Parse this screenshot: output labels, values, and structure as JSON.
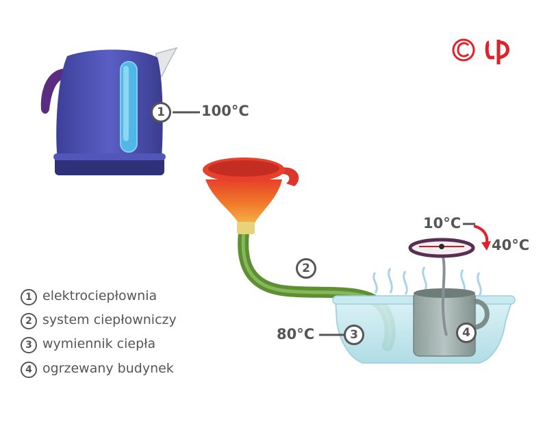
{
  "labels": {
    "kettle_temp": "100°C",
    "exchanger_temp": "80°C",
    "building_temp_in": "10°C",
    "building_temp_out": "40°C"
  },
  "markers": [
    "1",
    "2",
    "3",
    "4"
  ],
  "legend": [
    {
      "num": "1",
      "text": "elektrociepłownia"
    },
    {
      "num": "2",
      "text": "system ciepłowniczy"
    },
    {
      "num": "3",
      "text": "wymiennik ciepła"
    },
    {
      "num": "4",
      "text": "ogrzewany budynek"
    }
  ],
  "colors": {
    "label": "#555555",
    "brand": "#e2202a",
    "kettle": "#4a4fb0",
    "funnel": "#e8402a",
    "hose": "#6a9a3a",
    "water": "#bfe6ee"
  }
}
